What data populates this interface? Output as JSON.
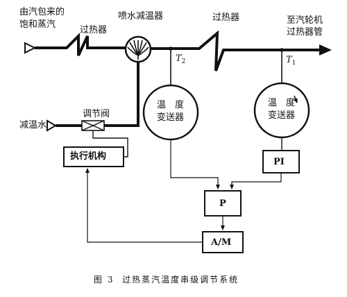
{
  "labels": {
    "steam_source_line1": "由汽包来的",
    "steam_source_line2": "饱和蒸汽",
    "superheater_left": "过热器",
    "spray_attemperator": "喷水减温器",
    "superheater_right": "过热器",
    "destination_line1": "至汽轮机",
    "destination_line2": "过热器管",
    "t2_symbol": "T",
    "t2_sub": "2",
    "t1_symbol": "T",
    "t1_sub": "1",
    "regulating_valve": "调节阀",
    "spray_water": "减温水",
    "transmitter_left_line1": "温　度",
    "transmitter_left_line2": "变送器",
    "transmitter_right_line1": "温　度",
    "transmitter_right_line2": "变送器",
    "actuator": "执行机构",
    "pi_controller": "PI",
    "p_controller": "P",
    "am_station": "A/M",
    "caption_number": "图 3",
    "caption_text": "过热蒸汽温度串级调节系统"
  }
}
